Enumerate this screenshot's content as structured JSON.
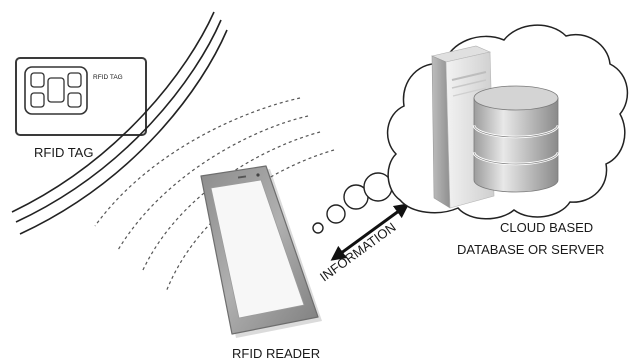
{
  "tag": {
    "label": "RFID TAG",
    "chip_text": "RFID TAG"
  },
  "reader": {
    "label": "RFID READER"
  },
  "link": {
    "label": "INFORMATION"
  },
  "cloud": {
    "label_line1": "CLOUD BASED",
    "label_line2": "DATABASE OR SERVER"
  },
  "icons": {
    "card": "rfid-card-icon",
    "chip": "sim-chip-icon",
    "waves": "radio-waves-icon",
    "tablet": "tablet-icon",
    "arrow": "double-arrow-icon",
    "thought_bubbles": "thought-bubbles-icon",
    "cloud": "cloud-icon",
    "server": "server-tower-icon",
    "database": "database-icon"
  },
  "colors": {
    "line": "#222222",
    "dashed": "#555555",
    "device_gray": "#9a9a9a",
    "device_light": "#d9d9d9"
  }
}
